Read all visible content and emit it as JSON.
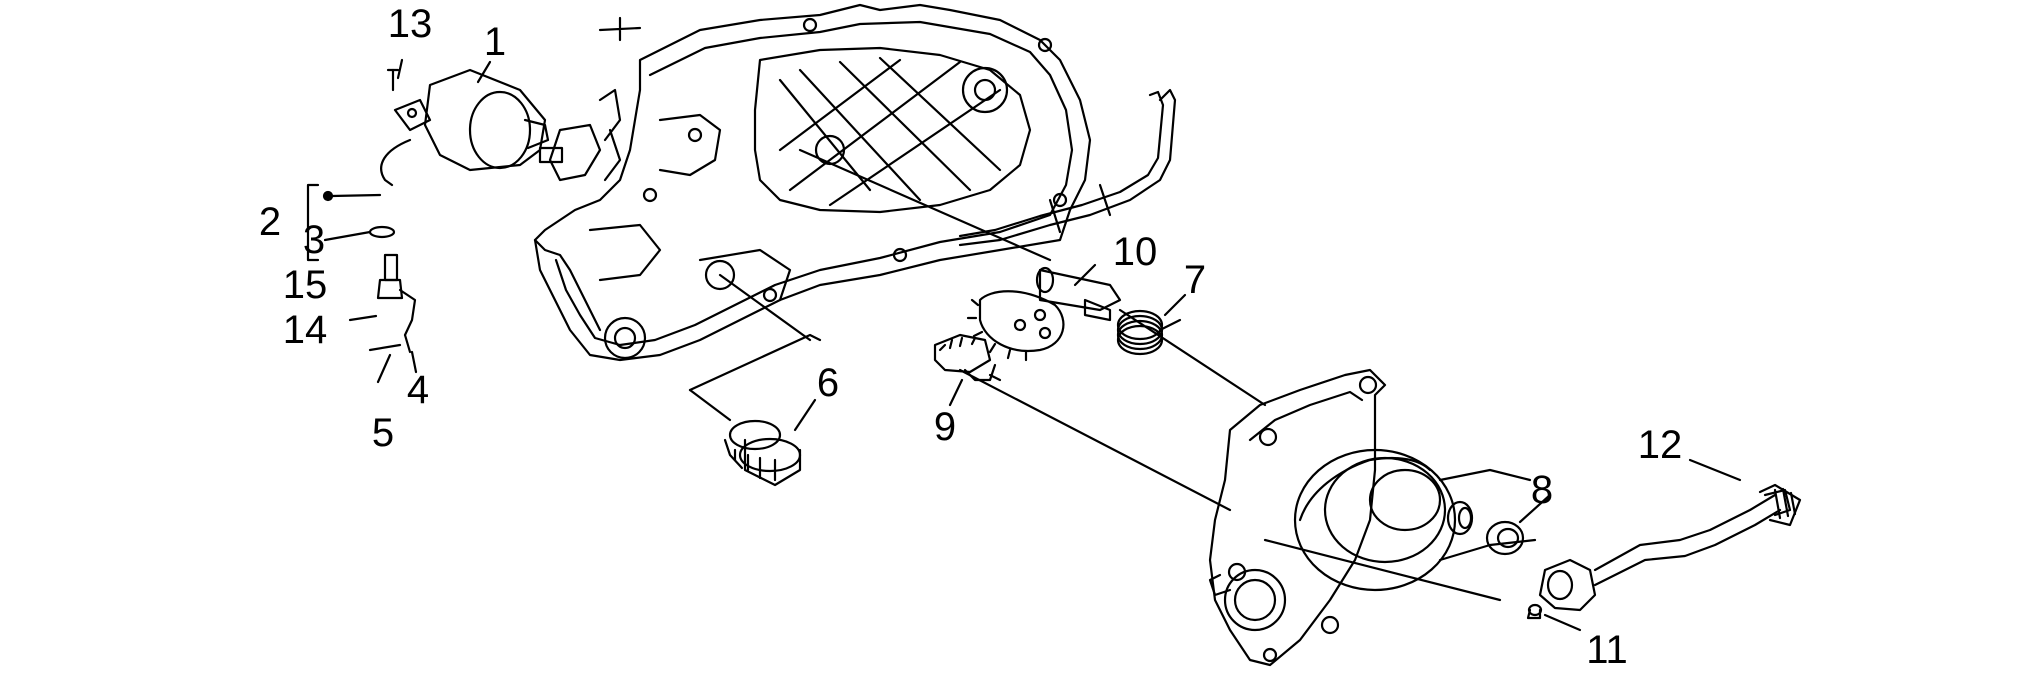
{
  "diagram": {
    "background": "#ffffff",
    "line_color": "#000000",
    "callouts": [
      {
        "id": "c13",
        "text": "13"
      },
      {
        "id": "c1",
        "text": "1"
      },
      {
        "id": "c2",
        "text": "2"
      },
      {
        "id": "c3",
        "text": "3"
      },
      {
        "id": "c15",
        "text": "15"
      },
      {
        "id": "c14",
        "text": "14"
      },
      {
        "id": "c4",
        "text": "4"
      },
      {
        "id": "c5",
        "text": "5"
      },
      {
        "id": "c6",
        "text": "6"
      },
      {
        "id": "c10",
        "text": "10"
      },
      {
        "id": "c7",
        "text": "7"
      },
      {
        "id": "c9",
        "text": "9"
      },
      {
        "id": "c8",
        "text": "8"
      },
      {
        "id": "c12",
        "text": "12"
      },
      {
        "id": "c11",
        "text": "11"
      }
    ]
  }
}
